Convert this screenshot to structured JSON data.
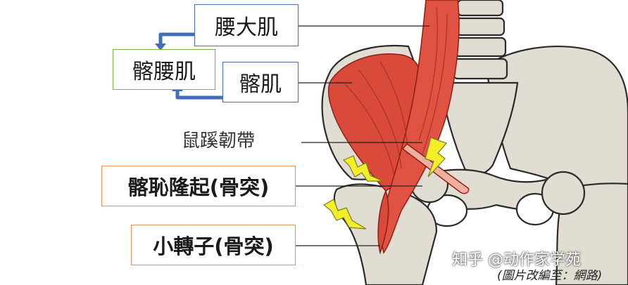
{
  "labels": {
    "psoas": "腰大肌",
    "iliopsoas": "髂腰肌",
    "iliacus": "髂肌",
    "inguinal_ligament": "鼠蹊韌帶",
    "aiis": "髂恥隆起(骨突)",
    "lesser_trochanter": "小轉子(骨突)"
  },
  "watermark": {
    "site": "知乎 @动作家学苑",
    "source": "(圖片改編至：網路)"
  },
  "colors": {
    "bone": "#e2ddd3",
    "bone_outline": "#2a2a2a",
    "muscle": "#d94a3a",
    "muscle_line": "#8e1e14",
    "arrow_blue": "#3f6db8",
    "pain_yellow": "#f2ef2a",
    "box_blue": "#4a6db5",
    "box_green": "#7cb342",
    "box_orange": "#e0935a"
  },
  "icons": [
    "pain-lightning-icon",
    "pain-lightning-icon",
    "pain-lightning-icon",
    "pain-lightning-icon"
  ]
}
